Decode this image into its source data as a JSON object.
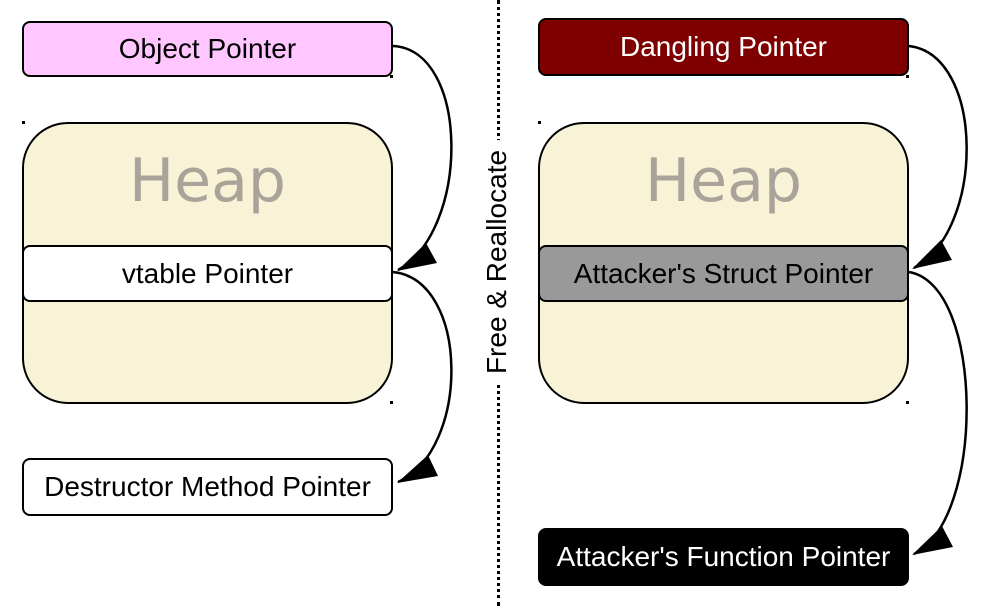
{
  "left": {
    "object_pointer": "Object Pointer",
    "heap_label": "Heap",
    "vtable_pointer": "vtable Pointer",
    "destructor_pointer": "Destructor Method Pointer"
  },
  "divider": {
    "label": "Free & Reallocate"
  },
  "right": {
    "dangling_pointer": "Dangling Pointer",
    "heap_label": "Heap",
    "struct_pointer": "Attacker's Struct Pointer",
    "function_pointer": "Attacker's Function Pointer"
  },
  "colors": {
    "object_pointer_fill": "#ffc6ff",
    "dangling_pointer_fill": "#7f0000",
    "heap_fill": "#f8f3d6",
    "heap_text": "#aaa39a",
    "struct_pointer_fill": "#999999",
    "function_pointer_fill": "#000000"
  }
}
